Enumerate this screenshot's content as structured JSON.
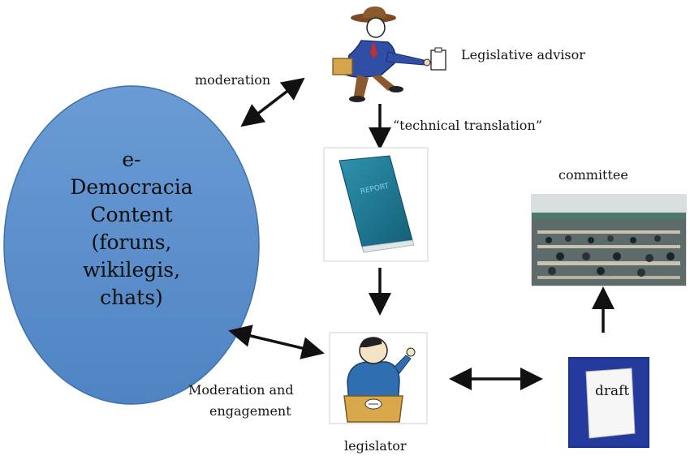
{
  "hub": {
    "lines": [
      "e-",
      "Democracia",
      "Content",
      "(foruns,",
      "wikilegis,",
      "chats)"
    ],
    "fill": "#5b8fcb"
  },
  "labels": {
    "moderation": "moderation",
    "legislative_advisor": "Legislative advisor",
    "technical_translation": "“technical translation”",
    "committee": "committee",
    "moderation_engagement_1": "Moderation and",
    "moderation_engagement_2": "engagement",
    "legislator": "legislator"
  },
  "report": {
    "cover_text": "REPORT",
    "color": "#1e7a95"
  },
  "draft": {
    "label": "draft",
    "frame_color": "#1d2f8a"
  }
}
